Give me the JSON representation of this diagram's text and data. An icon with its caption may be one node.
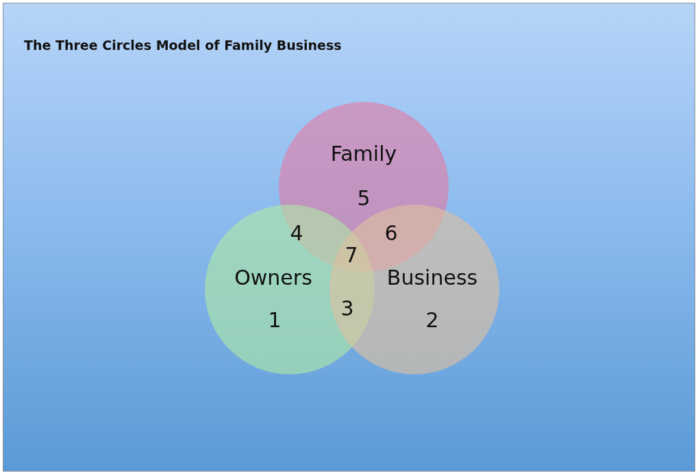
{
  "diagram": {
    "title": "The Three Circles Model of Family Business",
    "nodes": [
      {
        "text": [
          "Family",
          "5"
        ]
      },
      {
        "text": [
          "Owners",
          "1"
        ]
      },
      {
        "text": [
          "Business",
          "2"
        ]
      }
    ],
    "labels": [
      "4",
      "6",
      "7",
      "3"
    ]
  }
}
